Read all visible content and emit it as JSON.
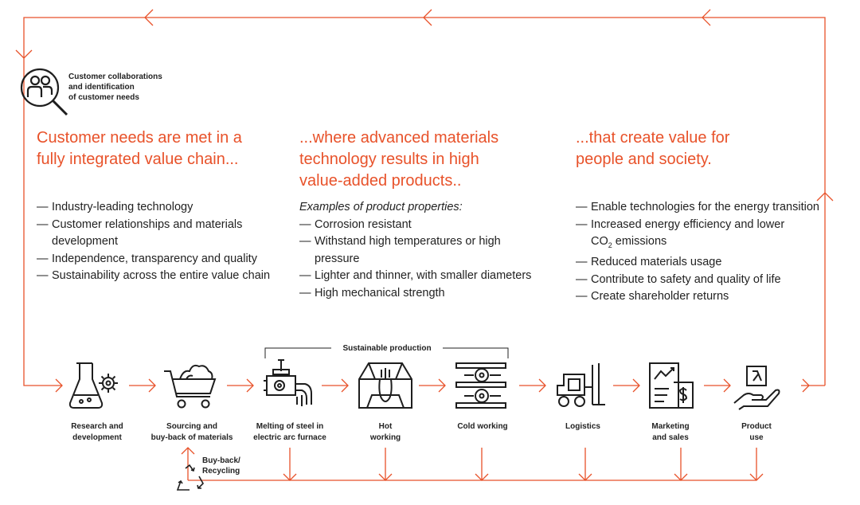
{
  "colors": {
    "accent": "#e8522a",
    "text": "#222222",
    "icon": "#1e1e1e"
  },
  "customer": {
    "line1": "Customer collaborations",
    "line2": "and identification",
    "line3": "of customer needs"
  },
  "columns": [
    {
      "heading1": "Customer needs are met in a",
      "heading2": "fully integrated value chain...",
      "bullets": [
        "Industry-leading technology",
        "Customer relationships and materials development",
        "Independence, transparency and quality",
        "Sustainability across the entire value chain"
      ]
    },
    {
      "heading1": "...where advanced materials",
      "heading2": "technology results in high",
      "heading3": "value-added products..",
      "note": "Examples of product properties:",
      "bullets": [
        "Corrosion resistant",
        "Withstand high temperatures or high pressure",
        "Lighter and thinner, with smaller diameters",
        "High mechanical strength"
      ]
    },
    {
      "heading1": "...that create value for",
      "heading2": "people and society.",
      "bullets": [
        "Enable technologies for the energy transition",
        "Increased energy efficiency and lower",
        "Reduced materials usage",
        "Contribute to safety and quality of life",
        "Create shareholder returns"
      ],
      "co2_prefix": "CO",
      "co2_sub": "2",
      "co2_suffix": " emissions"
    }
  ],
  "sustainable_production": "Sustainable production",
  "steps": [
    {
      "line1": "Research and",
      "line2": "development",
      "icon": "flask-gear-icon"
    },
    {
      "line1": "Sourcing and",
      "line2": "buy-back of materials",
      "icon": "shopping-cart-icon"
    },
    {
      "line1": "Melting of steel in",
      "line2": "electric arc furnace",
      "icon": "furnace-icon"
    },
    {
      "line1": "Hot",
      "line2": "working",
      "icon": "hot-working-icon"
    },
    {
      "line1": "Cold working",
      "line2": "",
      "icon": "rollers-icon"
    },
    {
      "line1": "Logistics",
      "line2": "",
      "icon": "forklift-icon"
    },
    {
      "line1": "Marketing",
      "line2": "and sales",
      "icon": "marketing-icon"
    },
    {
      "line1": "Product",
      "line2": "use",
      "icon": "hand-product-icon"
    }
  ],
  "recycling": {
    "line1": "Buy-back/",
    "line2": "Recycling",
    "icon": "recycle-icon"
  }
}
